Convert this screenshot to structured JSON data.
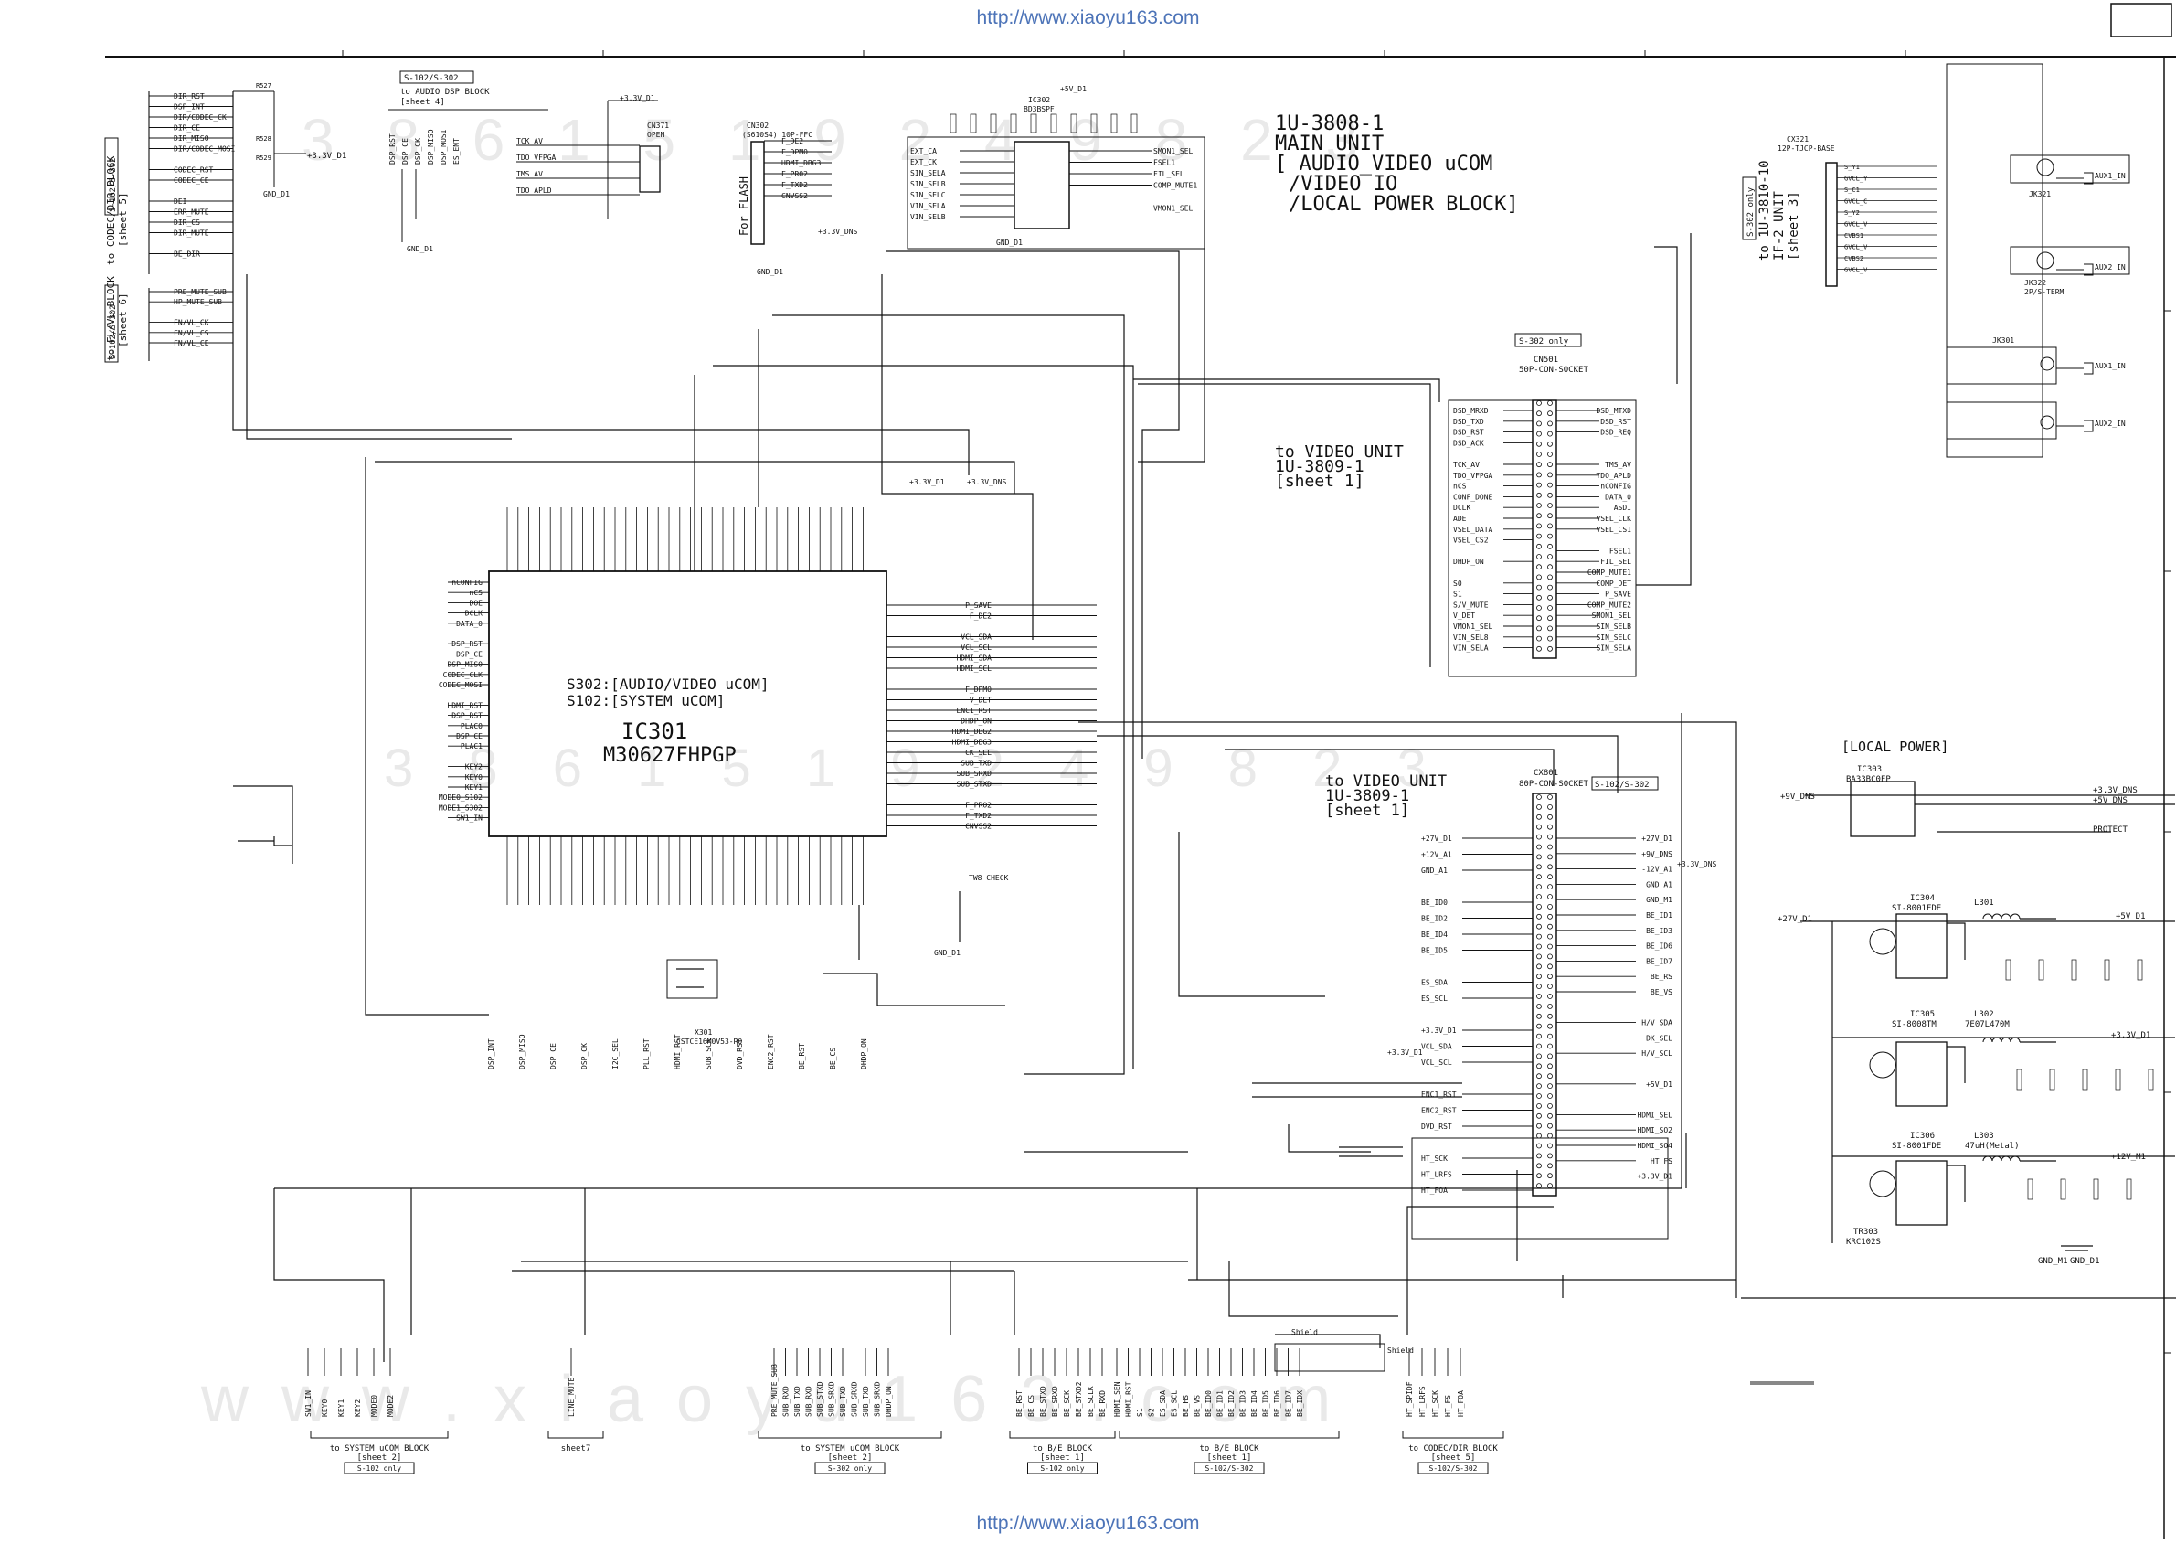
{
  "source_url": "http://www.xiaoyu163.com",
  "title_block": {
    "part": "1U-3808-1",
    "line1": "MAIN UNIT",
    "line2": "[ AUDIO_VIDEO uCOM",
    "line3": "/VIDEO IO",
    "line4": "/LOCAL POWER BLOCK]"
  },
  "ic301": {
    "desc1": "S302:[AUDIO/VIDEO uCOM]",
    "desc2": "S102:[SYSTEM uCOM]",
    "ref": "IC301",
    "part": "M30627FHPGP"
  },
  "local_power": {
    "title": "[LOCAL POWER]",
    "ic303": "IC303",
    "ic303_part": "BA33BC0FP",
    "ic304": "IC304",
    "ic304_part": "SI-8001FDE",
    "ic305": "IC305",
    "ic305_part": "SI-8008TM",
    "ic306": "IC306",
    "ic306_part": "SI-8001FDE",
    "l301": "L301",
    "l302": "L302",
    "l302_val": "7E07L470M",
    "l303": "L303",
    "l303_val": "47uH(Metal)",
    "tr303": "TR303",
    "tr303_part": "KRC102S",
    "out1": "+3.3V_DNS",
    "out2": "+5V_DNS",
    "out3": "+5V_D1",
    "out4": "+3.3V_D1",
    "out5": "+12V_M1",
    "in1": "+9V_DNS",
    "in2": "+27V_D1",
    "protect": "PROTECT",
    "gnd": "GND_D1",
    "gnd_m": "GND_M1"
  },
  "video_unit_top": {
    "l1": "to VIDEO UNIT",
    "l2": "1U-3809-1",
    "l3": "[sheet 1]",
    "badge": "S-302 only",
    "conn": "CN501",
    "conn_type": "50P-CON-SOCKET",
    "left_pins": [
      "DSD_MRXD",
      "DSD_TXD",
      "DSD_RST",
      "DSD_ACK",
      "",
      "TCK_AV",
      "TDO_VFPGA",
      "nCS",
      "CONF_DONE",
      "DCLK",
      "ADE",
      "VSEL_DATA",
      "VSEL_CS2",
      "",
      "DHDP_ON",
      "",
      "S0",
      "S1",
      "S/V_MUTE",
      "V_DET",
      "VMON1_SEL",
      "VIN_SEL8",
      "VIN_SELA"
    ],
    "right_pins": [
      "DSD_MTXD",
      "DSD_RST",
      "DSD_REQ",
      "",
      "",
      "TMS_AV",
      "TDO_APLD",
      "nCONFIG",
      "DATA_0",
      "ASDI",
      "VSEL_CLK",
      "VSEL_CS1",
      "",
      "FSEL1",
      "FIL_SEL",
      "COMP_MUTE1",
      "COMP_DET",
      "P_SAVE",
      "COMP_MUTE2",
      "SMON1_SEL",
      "SIN_SELB",
      "SIN_SELC",
      "SIN_SELA"
    ]
  },
  "video_unit_bottom": {
    "l1": "to VIDEO UNIT",
    "l2": "1U-3809-1",
    "l3": "[sheet 1]",
    "badge": "S-102/S-302",
    "conn": "CX801",
    "conn_type": "80P-CON-SOCKET",
    "left_pins": [
      "+27V_D1",
      "+12V_A1",
      "GND_A1",
      "",
      "BE_ID0",
      "BE_ID2",
      "BE_ID4",
      "BE_ID5",
      "",
      "ES_SDA",
      "ES_SCL",
      "",
      "+3.3V_D1",
      "VCL_SDA",
      "VCL_SCL",
      "",
      "ENC1_RST",
      "ENC2_RST",
      "DVD_RST",
      "",
      "HT_SCK",
      "HT_LRFS",
      "HT_FOA"
    ],
    "right_pins": [
      "+27V_D1",
      "+9V_DNS",
      "-12V_A1",
      "GND_A1",
      "GND_M1",
      "BE_ID1",
      "BE_ID3",
      "BE_ID6",
      "BE_ID7",
      "BE_RS",
      "BE_VS",
      "",
      "H/V_SDA",
      "DK_SEL",
      "H/V_SCL",
      "",
      "+5V_D1",
      "",
      "HDMI_SEL",
      "HDMI_SO2",
      "HDMI_SO4",
      "HT_FS",
      "+3.3V_D1"
    ]
  },
  "aux_block": {
    "conn": "CX321",
    "conn_type": "12P-TJCP-BASE",
    "title_l1": "to 1U-3810-10",
    "title_l2": "IF-2 UNIT",
    "title_l3": "[sheet 3]",
    "badge": "S-302 only",
    "outputs": [
      "AUX1_IN",
      "AUX2_IN",
      "AUX1_IN",
      "AUX2_IN"
    ],
    "jacks": [
      "JK321",
      "JK322",
      "JK301"
    ],
    "jack_type": "2P/S-TERM",
    "pins": [
      "S_Y1",
      "GVCL_Y",
      "S_C1",
      "GVCL_C",
      "S_Y2",
      "GVCL_V",
      "CVBS1",
      "GVCL_V",
      "CVBS2",
      "GVCL_V"
    ]
  },
  "codec_block": {
    "title": "to CODEC/DIR BLOCK",
    "sheet": "[sheet 5]",
    "badge": "S-102/S-302",
    "pins": [
      "DIR_RST",
      "DSP_INT",
      "DIR/CODEC_CK",
      "DIR_CE",
      "DIR_MISO",
      "DIR/CODEC_MOSI",
      "",
      "CODEC_RST",
      "CODEC_CE",
      "",
      "DEI",
      "ERR_MUTE",
      "DIR_CS",
      "DIR_MUTE",
      "",
      "BE_DIR"
    ],
    "r527": "R527",
    "r528": "R528",
    "r529": "R529",
    "v33": "+3.3V_D1",
    "gnd": "GND_D1"
  },
  "fl_block": {
    "title": "to FL/VL BLOCK",
    "sheet": "[sheet 6]",
    "badge": "S-102/S-302",
    "pins": [
      "PRE_MUTE_SUB",
      "HP_MUTE_SUB",
      "",
      "FN/VL_CK",
      "FN/VL_CS",
      "FN/VL_CE"
    ]
  },
  "audio_dsp_block": {
    "badge": "S-102/S-302",
    "title": "to AUDIO DSP BLOCK",
    "sheet": "[sheet 4]",
    "pins": [
      "DSP_RST",
      "DSP_CE",
      "DSP_CK",
      "DSP_MISO",
      "DSP_MOSI",
      "ES_ENT"
    ],
    "gnd": "GND_D1"
  },
  "flash_block": {
    "label": "For FLASH",
    "conn": "CN302",
    "conn_type": "(S610S4) 10P-FFC",
    "cn371": "CN371",
    "cn371_note": "OPEN",
    "pins": [
      "TCK_AV",
      "TDO_VFPGA",
      "TMS_AV",
      "TDO_APLD"
    ],
    "right_pins": [
      "F_DE2",
      "F_DPM0",
      "HDMI_DBG3",
      "F_PRO2",
      "F_TXD2",
      "CNVSS2"
    ],
    "v33": "+3.3V_D1",
    "v33dns": "+3.3V_DNS",
    "gnd": "GND_D1"
  },
  "ic302_block": {
    "ic": "IC302",
    "part": "BD3BSPF",
    "v5": "+5V_D1",
    "left_pins": [
      "EXT_CA",
      "EXT_CK",
      "SIN_SELA",
      "SIN_SELB",
      "SIN_SELC",
      "VIN_SELA",
      "VIN_SELB"
    ],
    "right_pins": [
      "SMON1_SEL",
      "FSEL1",
      "FIL_SEL",
      "COMP_MUTE1",
      "",
      "VMON1_SEL"
    ],
    "gnd": "GND_D1"
  },
  "bottom_blocks": [
    {
      "title": "to SYSTEM uCOM BLOCK",
      "sheet": "[sheet 2]",
      "badge": "S-102 only",
      "pins": [
        "SW1_IN",
        "KEY0",
        "KEY1",
        "KEY2",
        "MODE0",
        "MODE2"
      ]
    },
    {
      "title": "sheet7",
      "sheet": "",
      "badge": "",
      "pins": [
        "LINE_MUTE"
      ]
    },
    {
      "title": "to SYSTEM uCOM BLOCK",
      "sheet": "[sheet 2]",
      "badge": "S-302 only",
      "pins": [
        "PRE_MUTE_SUB",
        "SUB_RXD",
        "SUB_TXD",
        "SUB_RXD",
        "SUB_STXD",
        "SUB_SRXD",
        "SUB_TXD",
        "SUB_SRXD",
        "SUB_TXD",
        "SUB_SRXD",
        "DHDP_ON"
      ]
    },
    {
      "title": "to B/E BLOCK",
      "sheet": "[sheet 1]",
      "badge": "S-102 only",
      "pins": [
        "BE_RST",
        "BE_CS",
        "BE_STXD",
        "BE_SRXD",
        "BE_SCK",
        "BE_STXD2",
        "BE_SCLK",
        "BE_RXD"
      ]
    },
    {
      "title": "to B/E BLOCK",
      "sheet": "[sheet 1]",
      "badge": "S-102/S-302",
      "pins": [
        "HDMI_SEN",
        "HDMI_RST",
        "S1",
        "S2",
        "ES_SDA",
        "ES_SCL",
        "BE_HS",
        "BE_VS",
        "BE_ID0",
        "BE_ID1",
        "BE_ID2",
        "BE_ID3",
        "BE_ID4",
        "BE_ID5",
        "BE_ID6",
        "BE_ID7",
        "BE_IDX"
      ]
    },
    {
      "title": "to CODEC/DIR BLOCK",
      "sheet": "[sheet 5]",
      "badge": "S-102/S-302",
      "pins": [
        "HT_SPIDF",
        "HT_LRFS",
        "HT_SCK",
        "HT_FS",
        "HT_FOA"
      ]
    }
  ],
  "shield_labels": [
    "Shield",
    "Shield"
  ],
  "ic301_left_pins": [
    "nCONFIG",
    "nCS",
    "DOE",
    "DCLK",
    "DATA_0",
    "",
    "DSP_RST",
    "DSP_CE",
    "DSP_MISO",
    "CODEC_CLK",
    "CODEC_MOSI",
    "",
    "HDMI_RST",
    "DSP_RST",
    "PLAC0",
    "DSP_CE",
    "PLAC1",
    "",
    "KEY2",
    "KEY0",
    "KEY1",
    "MODE0_S102",
    "MODE1_S302",
    "SW1_IN"
  ],
  "ic301_right_pins": [
    "P_SAVE",
    "F_DE2",
    "",
    "VCL_SDA",
    "VCL_SCL",
    "HDMI_SDA",
    "HDMI_SCL",
    "",
    "F_DPM0",
    "V_DET",
    "ENC1_RST",
    "DHDP_ON",
    "HDMI_DBG2",
    "HDMI_DBG3",
    "CK_SEL",
    "SUB_TXD",
    "SUB_SRXD",
    "SUB_STXD",
    "",
    "F_PRO2",
    "F_TXD2",
    "CNVSS2"
  ],
  "ic301_bottom_pins": [
    "DSP_INT",
    "DSP_MISO",
    "DSP_CE",
    "DSP_CK",
    "I2C_SEL",
    "PLL_RST",
    "HDMI_RST",
    "SUB_SCK",
    "DVD_RST",
    "ENC2_RST",
    "BE_RST",
    "BE_CS",
    "DHDP_ON"
  ],
  "misc_labels": {
    "x301": "X301",
    "x301_part": "CSTCE16M0V53-R0",
    "tw_check": "TW8 CHECK",
    "gnd_d1": "GND_D1",
    "i2c": "I2C_SEL",
    "pll": "PLL_RST",
    "dsp_int": "DSP_INT",
    "v33": "+3.3V_D1",
    "v33dns": "+3.3V_DNS",
    "v33dns2": "+3.3V_DNS",
    "vbe_rst": "BE_RST"
  },
  "watermark": {
    "letters": "w w w . x i a o y u 1 6 3 . c o m",
    "digits": "3 8 6 1 5 1 9 2 4 9 8 2 3"
  },
  "corner_box": ""
}
